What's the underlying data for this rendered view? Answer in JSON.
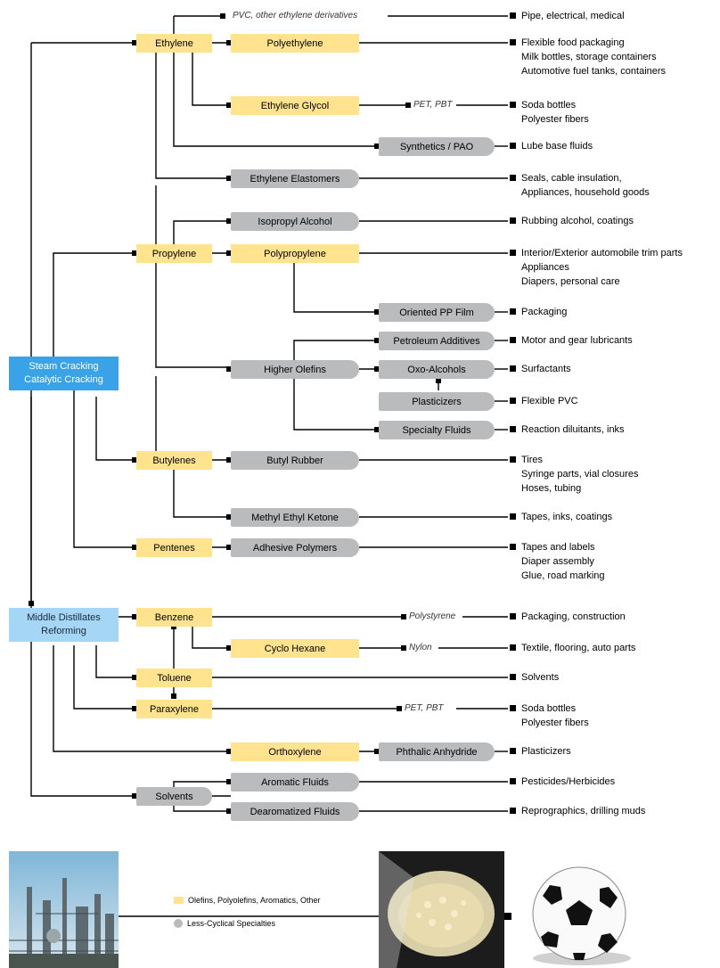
{
  "sources": {
    "steam": [
      "Steam Cracking",
      "Catalytic Cracking"
    ],
    "middle": [
      "Middle Distillates",
      "Reforming"
    ]
  },
  "nodes": {
    "ethylene": "Ethylene",
    "polyethylene": "Polyethylene",
    "ethylene_glycol": "Ethylene Glycol",
    "synthetics_pao": "Synthetics / PAO",
    "ethylene_elastomers": "Ethylene Elastomers",
    "isopropyl_alcohol": "Isopropyl Alcohol",
    "propylene": "Propylene",
    "polypropylene": "Polypropylene",
    "oriented_pp_film": "Oriented PP Film",
    "petroleum_additives": "Petroleum Additives",
    "higher_olefins": "Higher Olefins",
    "oxo_alcohols": "Oxo-Alcohols",
    "plasticizers": "Plasticizers",
    "specialty_fluids": "Specialty Fluids",
    "butylenes": "Butylenes",
    "butyl_rubber": "Butyl Rubber",
    "mek": "Methyl Ethyl Ketone",
    "pentenes": "Pentenes",
    "adhesive_polymers": "Adhesive Polymers",
    "benzene": "Benzene",
    "cyclo_hexane": "Cyclo Hexane",
    "toluene": "Toluene",
    "paraxylene": "Paraxylene",
    "orthoxylene": "Orthoxylene",
    "phthalic_anhydride": "Phthalic Anhydride",
    "solvents": "Solvents",
    "aromatic_fluids": "Aromatic Fluids",
    "dearomatized_fluids": "Dearomatized Fluids"
  },
  "labels": {
    "pvc": "PVC, other ethylene derivatives",
    "pet1": "PET, PBT",
    "polystyrene": "Polystyrene",
    "nylon": "Nylon",
    "pet2": "PET, PBT"
  },
  "end_uses": {
    "pipe": [
      "Pipe, electrical, medical"
    ],
    "pe": [
      "Flexible food packaging",
      "Milk bottles, storage containers",
      "Automotive fuel tanks, containers"
    ],
    "glycol": [
      "Soda bottles",
      "Polyester fibers"
    ],
    "lube": [
      "Lube base fluids"
    ],
    "seals": [
      "Seals, cable insulation,",
      "Appliances, household goods"
    ],
    "rubbing": [
      "Rubbing alcohol, coatings"
    ],
    "pp": [
      "Interior/Exterior automobile trim parts",
      "Appliances",
      "Diapers, personal care"
    ],
    "packaging": [
      "Packaging"
    ],
    "motor": [
      "Motor and gear lubricants"
    ],
    "surfactants": [
      "Surfactants"
    ],
    "flexpvc": [
      "Flexible PVC"
    ],
    "reaction": [
      "Reaction diluitants, inks"
    ],
    "tires": [
      "Tires",
      "Syringe parts, vial closures",
      "Hoses, tubing"
    ],
    "tapes_inks": [
      "Tapes, inks, coatings"
    ],
    "tapes_labels": [
      "Tapes and labels",
      "Diaper assembly",
      "Glue, road marking"
    ],
    "pack_constr": [
      "Packaging, construction"
    ],
    "textile": [
      "Textile, flooring, auto parts"
    ],
    "solvents": [
      "Solvents"
    ],
    "soda2": [
      "Soda bottles",
      "Polyester fibers"
    ],
    "plasticizers": [
      "Plasticizers"
    ],
    "pesticides": [
      "Pesticides/Herbicides"
    ],
    "repro": [
      "Reprographics, drilling muds"
    ]
  },
  "legend": {
    "yellow": "Olefins, Polyolefins, Aromatics, Other",
    "gray": "Less-Cyclical Specialties"
  },
  "colors": {
    "commodity": "#ffe38f",
    "specialty": "#b9bbbd",
    "source_dark": "#3aa3e8",
    "source_light": "#a6d6f6"
  }
}
